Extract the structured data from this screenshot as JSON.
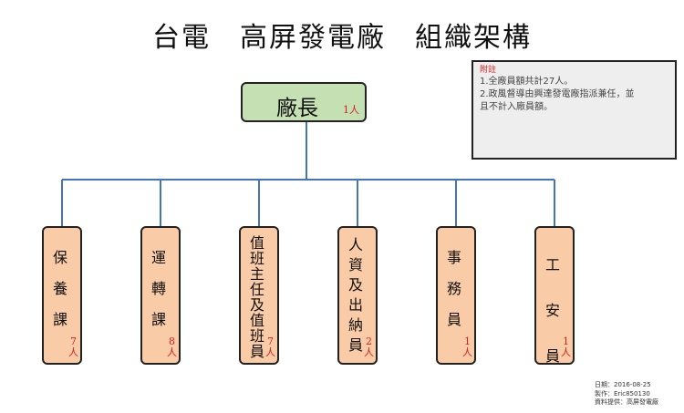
{
  "title": "台電　高屏發電廠　組織架構",
  "root": {
    "label": "廠長",
    "count": "1人"
  },
  "units": [
    {
      "label": "保養課",
      "count": "7人"
    },
    {
      "label": "運轉課",
      "count": "8人"
    },
    {
      "label": "值班主任及值班員",
      "count": "7人"
    },
    {
      "label": "人資及出納員",
      "count": "2人"
    },
    {
      "label": "事務員",
      "count": "1人"
    },
    {
      "label": "工安員",
      "count": "1人"
    }
  ],
  "note": {
    "heading": "附註",
    "lines": [
      "1.全廠員額共計27人。",
      "2.政風督導由興達發電廠指派兼任，並",
      "且不計入廠員額。"
    ]
  },
  "footer": {
    "date": "日期：2016-08-25",
    "author": "製作：Eric850130",
    "source": "資料提供：高屏發電廠"
  },
  "colors": {
    "root_fill": "#c5e0b3",
    "unit_fill": "#f9cba7",
    "connector": "#4472c4",
    "count_text": "#d62020"
  }
}
